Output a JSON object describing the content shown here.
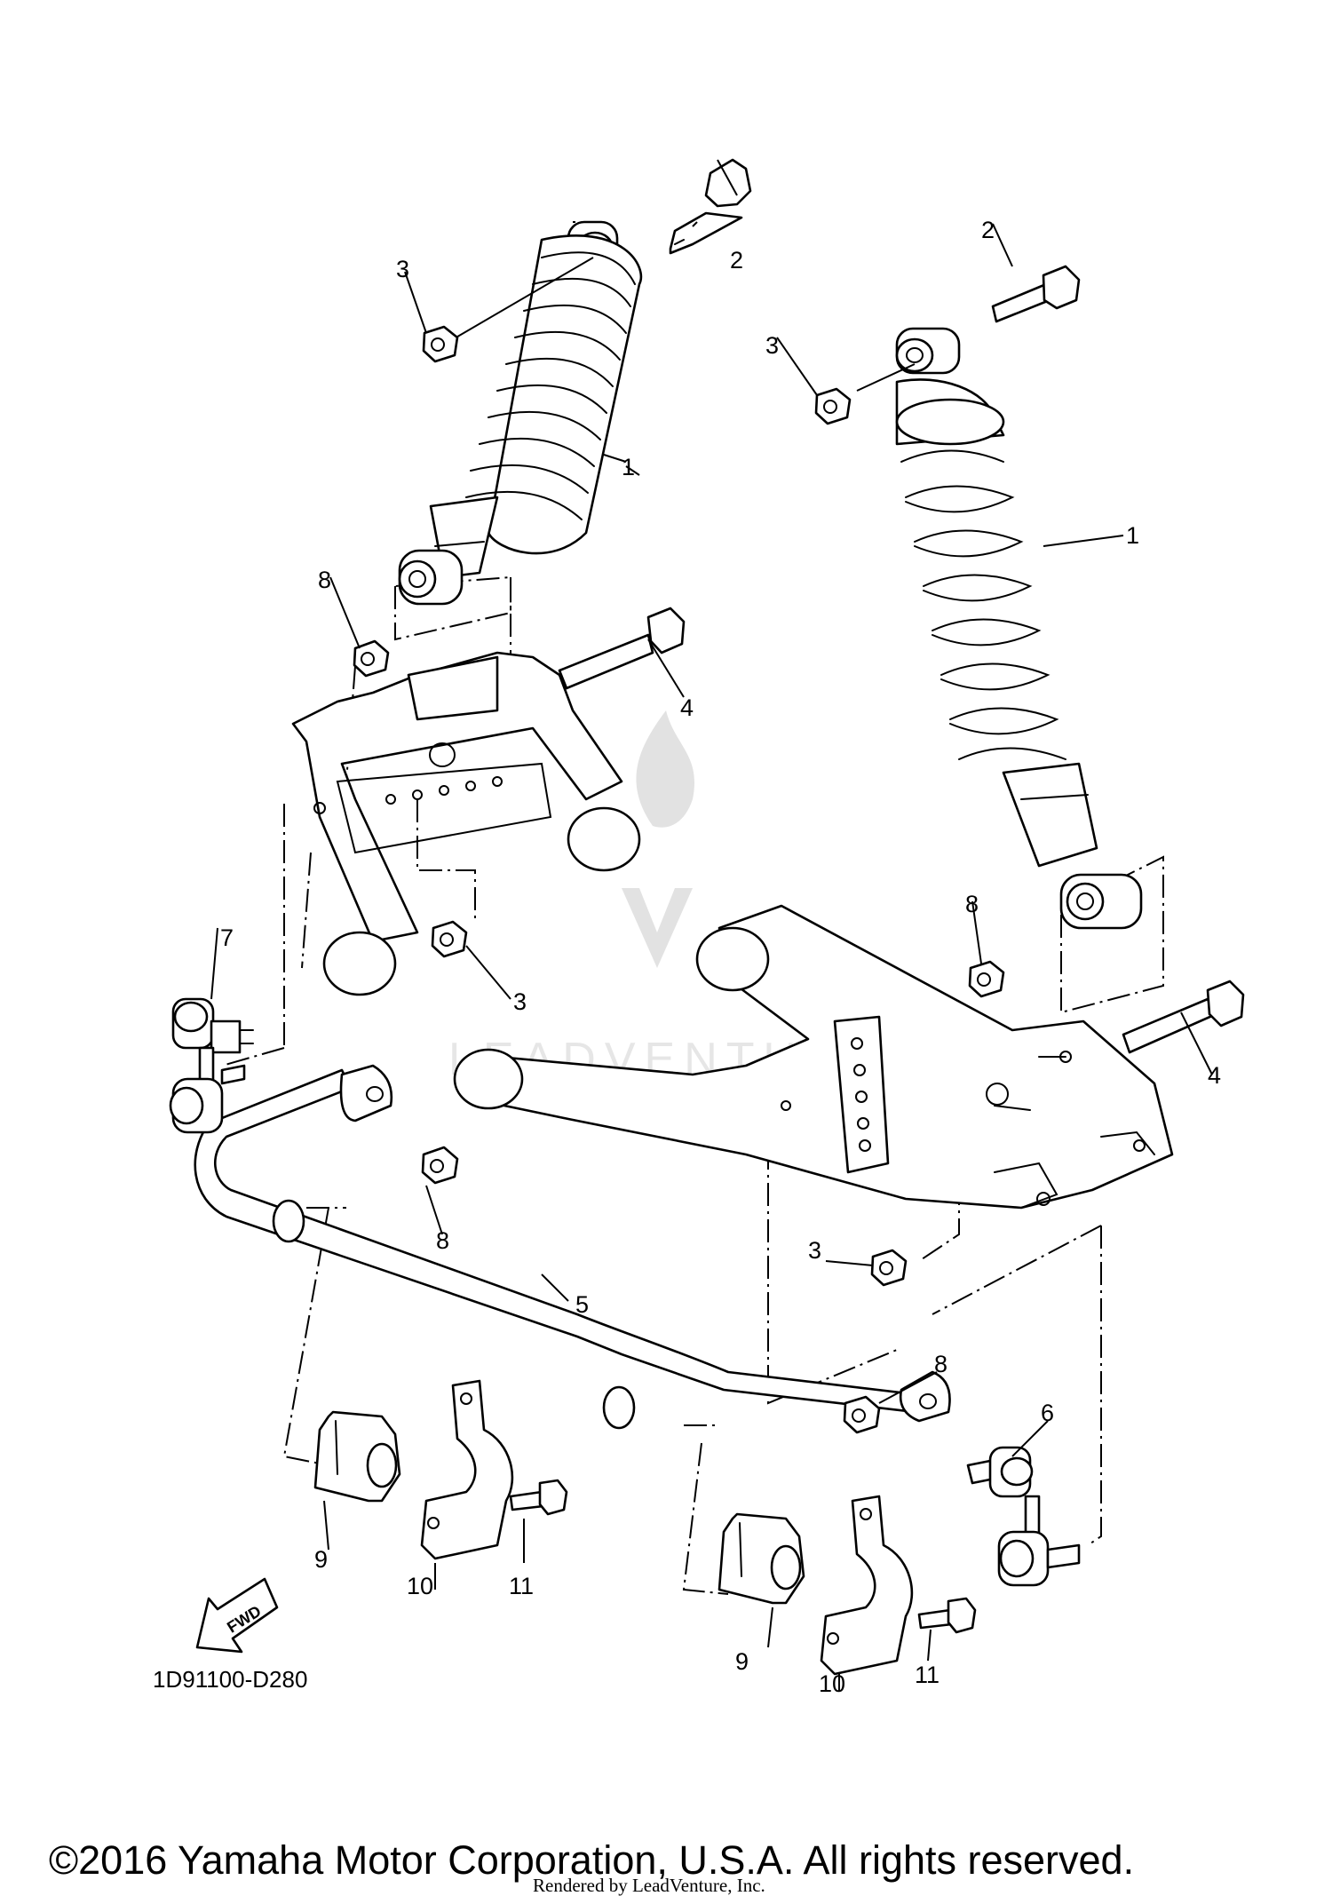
{
  "diagram": {
    "callouts": [
      "1",
      "2",
      "3",
      "4",
      "5",
      "6",
      "7",
      "8",
      "9",
      "10",
      "11"
    ],
    "fwd_label": "FWD",
    "diagram_code": "1D91100-D280",
    "copyright": "©2016 Yamaha Motor Corporation, U.S.A. All rights reserved.",
    "rendered_by": "Rendered by LeadVenture, Inc.",
    "watermark": "LEADVENTURE"
  }
}
